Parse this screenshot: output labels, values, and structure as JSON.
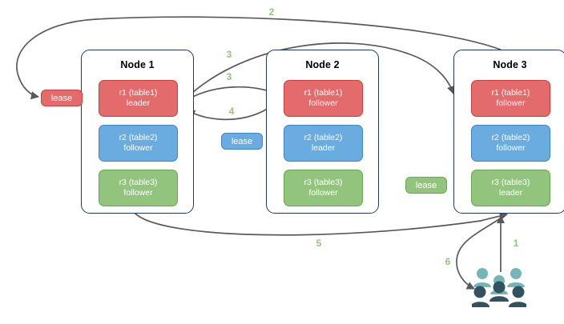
{
  "diagram": {
    "title": "Distributed database lease and replica routing diagram",
    "colors": {
      "red": "#e36b6b",
      "red_border": "#cc3d3d",
      "blue": "#6aabe0",
      "blue_border": "#3d85c6",
      "green": "#93c47d",
      "green_border": "#6aa84f",
      "node_border": "#1f3864",
      "arrow": "#595959",
      "step_label": "#93c47d",
      "user_light": "#76b5b5",
      "user_dark": "#31525e",
      "background": "#ffffff"
    }
  },
  "nodes": [
    {
      "id": "node-1",
      "title": "Node 1",
      "replicas": [
        {
          "name": "r1 (table1)",
          "role": "leader",
          "color": "red"
        },
        {
          "name": "r2 (table2)",
          "role": "follower",
          "color": "blue"
        },
        {
          "name": "r3 (table3)",
          "role": "follower",
          "color": "green"
        }
      ]
    },
    {
      "id": "node-2",
      "title": "Node 2",
      "replicas": [
        {
          "name": "r1 (table1)",
          "role": "follower",
          "color": "red"
        },
        {
          "name": "r2 (table2)",
          "role": "leader",
          "color": "blue"
        },
        {
          "name": "r3 (table3)",
          "role": "follower",
          "color": "green"
        }
      ]
    },
    {
      "id": "node-3",
      "title": "Node 3",
      "replicas": [
        {
          "name": "r1 (table1)",
          "role": "follower",
          "color": "red"
        },
        {
          "name": "r2 (table2)",
          "role": "follower",
          "color": "blue"
        },
        {
          "name": "r3 (table3)",
          "role": "leader",
          "color": "green"
        }
      ]
    }
  ],
  "leases": [
    {
      "id": "lease-table1",
      "label": "lease",
      "color": "red"
    },
    {
      "id": "lease-table2",
      "label": "lease",
      "color": "blue"
    },
    {
      "id": "lease-table3",
      "label": "lease",
      "color": "green"
    }
  ],
  "steps": [
    {
      "id": "step-1",
      "label": "1"
    },
    {
      "id": "step-2",
      "label": "2"
    },
    {
      "id": "step-3a",
      "label": "3"
    },
    {
      "id": "step-3b",
      "label": "3"
    },
    {
      "id": "step-4",
      "label": "4"
    },
    {
      "id": "step-5",
      "label": "5"
    },
    {
      "id": "step-6",
      "label": "6"
    }
  ],
  "icons": {
    "users": "users-group-icon"
  }
}
